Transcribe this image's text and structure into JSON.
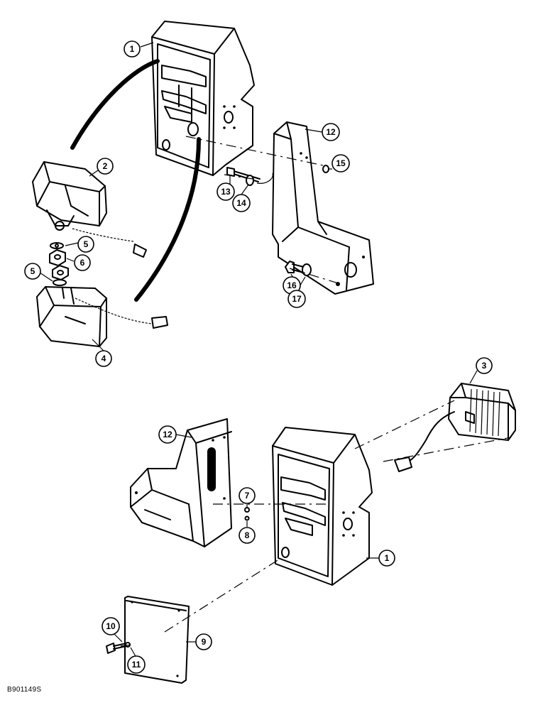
{
  "figure_code": "B901149S",
  "callouts": [
    {
      "id": "c1a",
      "label": "1"
    },
    {
      "id": "c2",
      "label": "2"
    },
    {
      "id": "c5a",
      "label": "5"
    },
    {
      "id": "c6",
      "label": "6"
    },
    {
      "id": "c5b",
      "label": "5"
    },
    {
      "id": "c4",
      "label": "4"
    },
    {
      "id": "c12a",
      "label": "12"
    },
    {
      "id": "c15",
      "label": "15"
    },
    {
      "id": "c13",
      "label": "13"
    },
    {
      "id": "c14",
      "label": "14"
    },
    {
      "id": "c16",
      "label": "16"
    },
    {
      "id": "c17",
      "label": "17"
    },
    {
      "id": "c3",
      "label": "3"
    },
    {
      "id": "c12b",
      "label": "12"
    },
    {
      "id": "c7",
      "label": "7"
    },
    {
      "id": "c8",
      "label": "8"
    },
    {
      "id": "c1b",
      "label": "1"
    },
    {
      "id": "c10",
      "label": "10"
    },
    {
      "id": "c9",
      "label": "9"
    },
    {
      "id": "c11",
      "label": "11"
    }
  ]
}
